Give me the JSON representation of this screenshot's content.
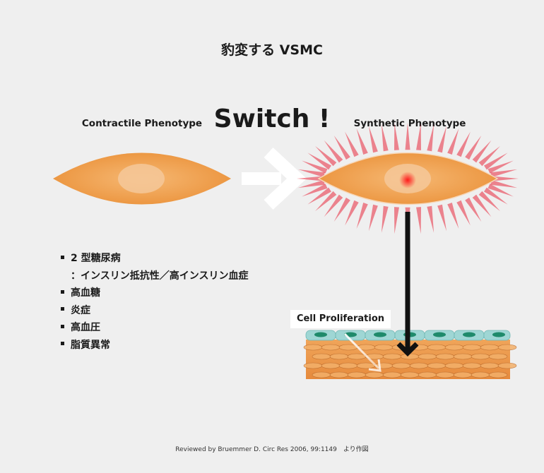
{
  "title": "豹変する VSMC",
  "labels": {
    "contractile": "Contractile Phenotype",
    "switch": "Switch !",
    "synthetic": "Synthetic Phenotype",
    "cell_proliferation": "Cell Proliferation"
  },
  "factors": [
    "2 型糖尿病",
    "：インスリン抵抗性／高インスリン血症",
    "高血糖",
    "炎症",
    "高血圧",
    "脂質異常"
  ],
  "footnote": "Reviewed by Bruemmer D.  Circ Res 2006, 99:1149　より作図",
  "colors": {
    "background": "#efefef",
    "cell_orange": "#f0a050",
    "nucleus": "#f4c89a",
    "ray_red": "#e8283c",
    "endothelium": "#9fd6d4",
    "endothelium_nucleus": "#1f8a6b",
    "arrow": "#111111"
  }
}
